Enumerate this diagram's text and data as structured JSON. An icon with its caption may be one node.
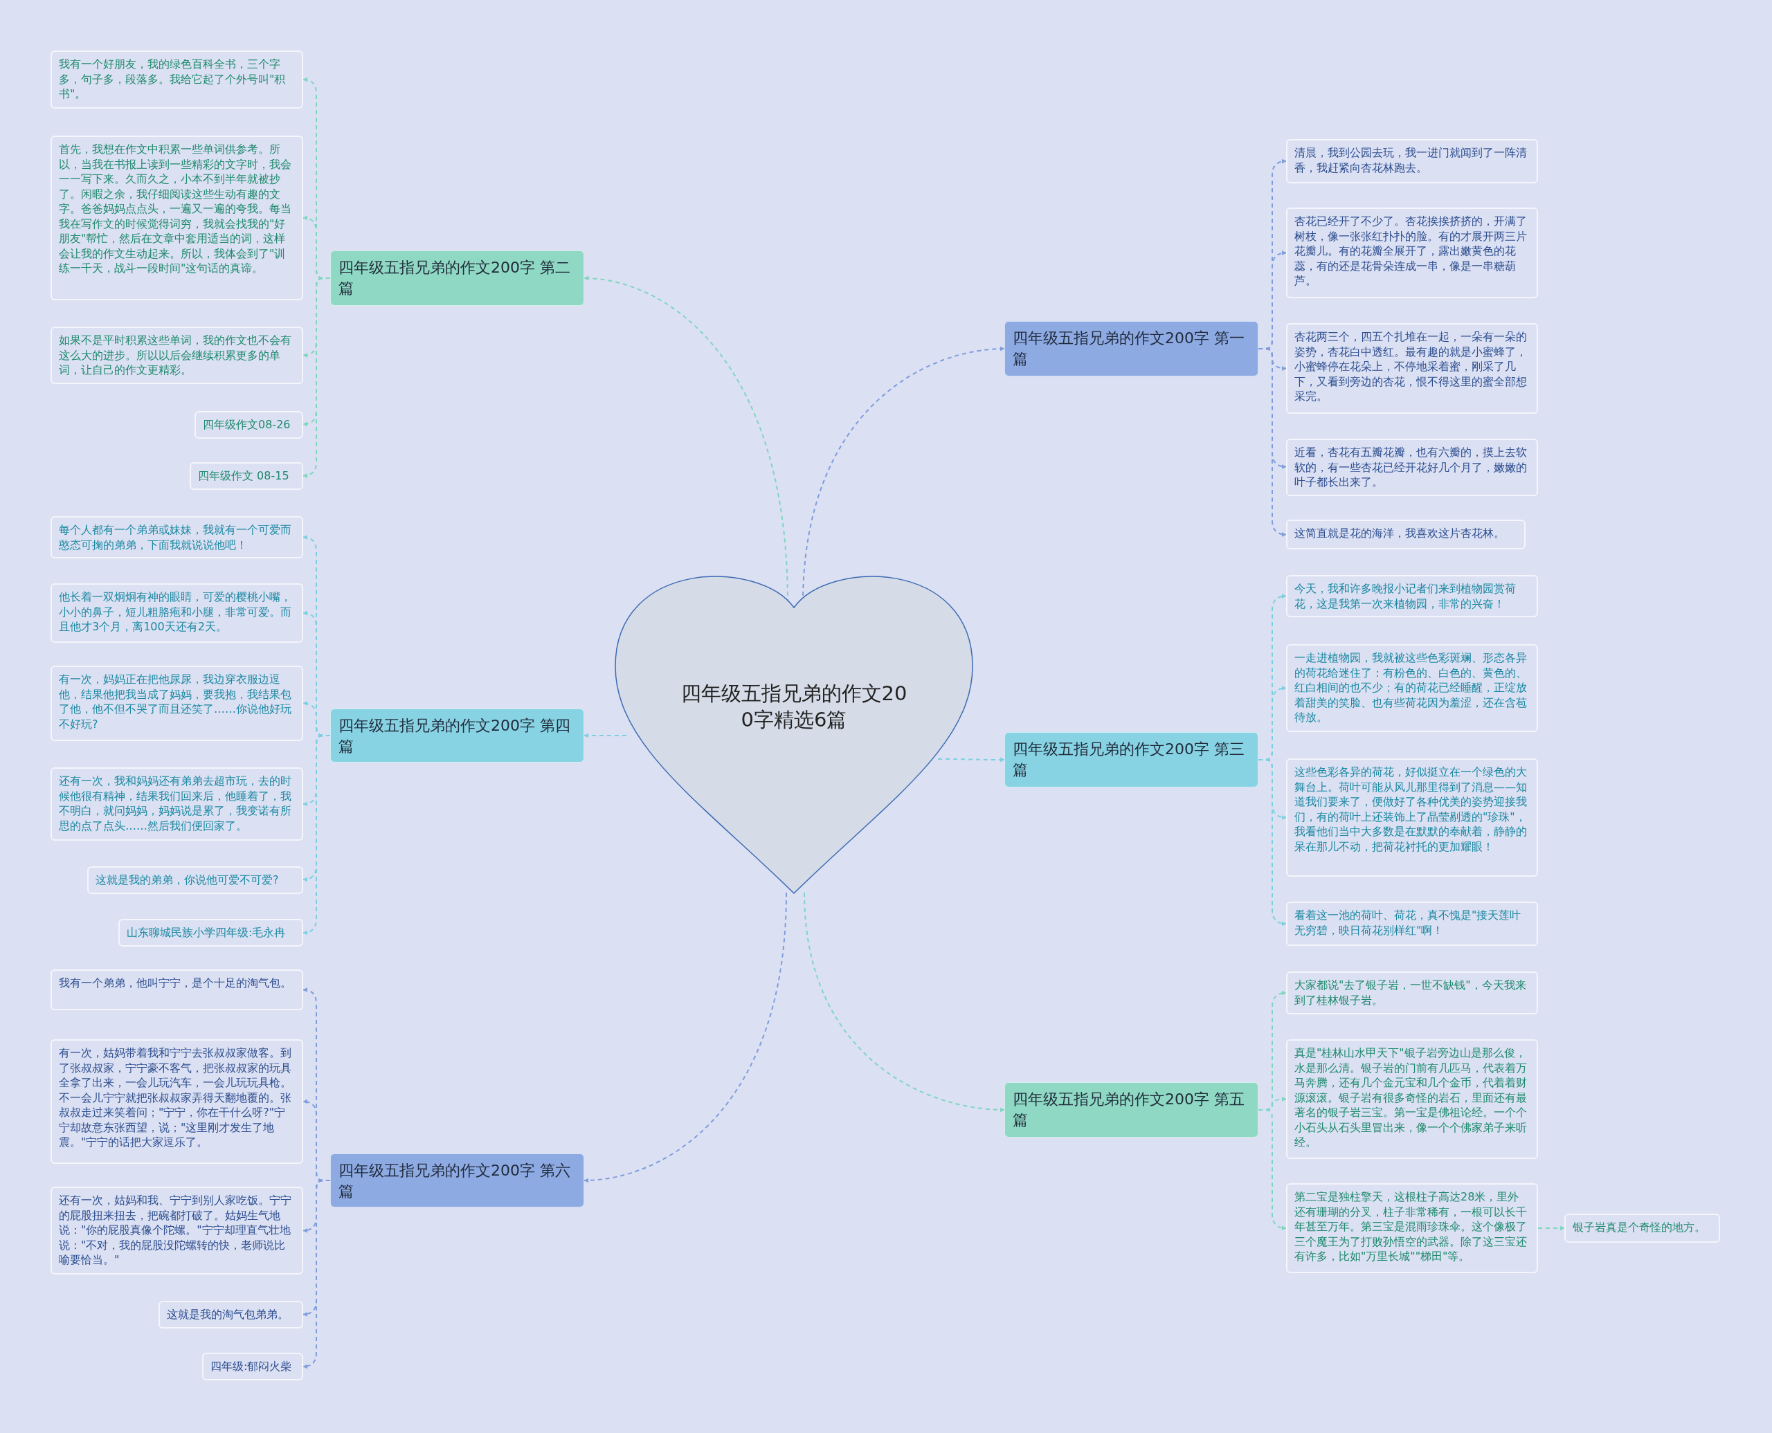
{
  "diagram": {
    "nodes": [
      {
        "text": [
          "四年级五指兄弟的作文200字精选6篇"
        ]
      },
      {
        "text": [
          "四年级五指兄弟的作文200字 第一篇"
        ]
      },
      {
        "text": [
          "清晨，我到公园去玩，我一进门就闻到了一阵清香，我赶紧向杏花林跑去。"
        ]
      },
      {
        "text": [
          "杏花已经开了不少了。杏花挨挨挤挤的，开满了树枝，像一张张红扑扑的脸。有的才展开两三片花瓣儿。有的花瓣全展开了，露出嫩黄色的花蕊，有的还是花骨朵连成一串，像是一串糖葫芦。"
        ]
      },
      {
        "text": [
          "杏花两三个，四五个扎堆在一起，一朵有一朵的姿势，杏花白中透红。最有趣的就是小蜜蜂了，小蜜蜂停在花朵上，不停地采着蜜，刚采了几下，又看到旁边的杏花，恨不得这里的蜜全部想采完。"
        ]
      },
      {
        "text": [
          "近看，杏花有五瓣花瓣，也有六瓣的，摸上去软软的，有一些杏花已经开花好几个月了，嫩嫩的叶子都长出来了。"
        ]
      },
      {
        "text": [
          "这简直就是花的海洋，我喜欢这片杏花林。"
        ]
      },
      {
        "text": [
          "四年级五指兄弟的作文200字 第二篇"
        ]
      },
      {
        "text": [
          "我有一个好朋友，我的绿色百科全书，三个字多，句子多，段落多。我给它起了个外号叫\"积书\"。"
        ]
      },
      {
        "text": [
          "首先，我想在作文中积累一些单词供参考。所以，当我在书报上读到一些精彩的文字时，我会一一写下来。久而久之，小本不到半年就被抄了。闲暇之余，我仔细阅读这些生动有趣的文字。爸爸妈妈点点头，一遍又一遍的夸我。每当我在写作文的时候觉得词穷，我就会找我的\"好朋友\"帮忙，然后在文章中套用适当的词，这样会让我的作文生动起来。所以，我体会到了\"训练一千天，战斗一段时间\"这句话的真谛。"
        ]
      },
      {
        "text": [
          "如果不是平时积累这些单词，我的作文也不会有这么大的进步。所以以后会继续积累更多的单词，让自己的作文更精彩。"
        ]
      },
      {
        "text": [
          "四年级作文08-26"
        ]
      },
      {
        "text": [
          "四年级作文 08-15"
        ]
      },
      {
        "text": [
          "四年级五指兄弟的作文200字 第三篇"
        ]
      },
      {
        "text": [
          "今天，我和许多晚报小记者们来到植物园赏荷花，这是我第一次来植物园，非常的兴奋！"
        ]
      },
      {
        "text": [
          "一走进植物园，我就被这些色彩斑斓、形态各异的荷花给迷住了：有粉色的、白色的、黄色的、红白相间的也不少；有的荷花已经睡醒，正绽放着甜美的笑脸、也有些荷花因为羞涩，还在含苞待放。"
        ]
      },
      {
        "text": [
          "这些色彩各异的荷花，好似挺立在一个绿色的大舞台上。荷叶可能从风儿那里得到了消息——知道我们要来了，便做好了各种优美的姿势迎接我们，有的荷叶上还装饰上了晶莹剔透的\"珍珠\"，我看他们当中大多数是在默默的奉献着，静静的呆在那儿不动，把荷花衬托的更加耀眼！"
        ]
      },
      {
        "text": [
          "看着这一池的荷叶、荷花，真不愧是\"接天莲叶无穷碧，映日荷花别样红\"啊！"
        ]
      },
      {
        "text": [
          "四年级五指兄弟的作文200字 第四篇"
        ]
      },
      {
        "text": [
          "每个人都有一个弟弟或妹妹，我就有一个可爱而憨态可掬的弟弟，下面我就说说他吧！"
        ]
      },
      {
        "text": [
          "他长着一双炯炯有神的眼睛，可爱的樱桃小嘴，小小的鼻子，短儿粗胳疱和小腿，非常可爱。而且他才3个月，离100天还有2天。"
        ]
      },
      {
        "text": [
          "有一次，妈妈正在把他尿尿，我边穿衣服边逗他，结果他把我当成了妈妈，要我抱，我结果包了他，他不但不哭了而且还笑了……你说他好玩不好玩?"
        ]
      },
      {
        "text": [
          "还有一次，我和妈妈还有弟弟去超市玩，去的时候他很有精神，结果我们回来后，他睡着了，我不明白，就问妈妈，妈妈说是累了，我变诺有所思的点了点头……然后我们便回家了。"
        ]
      },
      {
        "text": [
          "这就是我的弟弟，你说他可爱不可爱?"
        ]
      },
      {
        "text": [
          "山东聊城民族小学四年级:毛永冉"
        ]
      },
      {
        "text": [
          "四年级五指兄弟的作文200字 第五篇"
        ]
      },
      {
        "text": [
          "大家都说\"去了银子岩，一世不缺钱\"，今天我来到了桂林银子岩。"
        ]
      },
      {
        "text": [
          "真是\"桂林山水甲天下\"银子岩旁边山是那么俊，水是那么清。银子岩的门前有几匹马，代表着万马奔腾，还有几个金元宝和几个金币，代着着财源滚滚。银子岩有很多奇怪的岩石，里面还有最著名的银子岩三宝。第一宝是佛祖论经。一个个小石头从石头里冒出来，像一个个佛家弟子来听经。"
        ]
      },
      {
        "text": [
          "第二宝是独柱擎天，这根柱子高达28米，里外还有珊瑚的分叉，柱子非常稀有，一根可以长千年甚至万年。第三宝是混雨珍珠伞。这个像极了三个魔王为了打败孙悟空的武器。除了这三宝还有许多，比如\"万里长城\"\"梯田\"等。"
        ]
      },
      {
        "text": [
          "银子岩真是个奇怪的地方。"
        ]
      },
      {
        "text": [
          "四年级五指兄弟的作文200字 第六篇"
        ]
      },
      {
        "text": [
          "我有一个弟弟，他叫宁宁，是个十足的淘气包。"
        ]
      },
      {
        "text": [
          "有一次，姑妈带着我和宁宁去张叔叔家做客。到了张叔叔家，宁宁豪不客气，把张叔叔家的玩具全拿了出来，一会儿玩汽车，一会儿玩玩具枪。不一会儿宁宁就把张叔叔家弄得天翻地覆的。张叔叔走过来笑着问；\"宁宁，你在干什么呀?\"宁宁却故意东张西望，说；\"这里刚才发生了地震。\"宁宁的话把大家逗乐了。"
        ]
      },
      {
        "text": [
          "还有一次，姑妈和我、宁宁到别人家吃饭。宁宁的屁股扭来扭去，把碗都打破了。姑妈生气地说：\"你的屁股真像个陀螺。\"宁宁却理直气壮地说：\"不对，我的屁股没陀螺转的快，老师说比喻要恰当。\""
        ]
      },
      {
        "text": [
          "这就是我的淘气包弟弟。"
        ]
      },
      {
        "text": [
          "四年级:郁闷火柴"
        ]
      }
    ],
    "edges": [
      {
        "from": 0,
        "to": 1,
        "arrow": "to",
        "style": "dashed",
        "color": "#7e9ddc"
      },
      {
        "from": 0,
        "to": 7,
        "arrow": "to",
        "style": "dashed",
        "color": "#7fd6bf"
      },
      {
        "from": 0,
        "to": 13,
        "arrow": "to",
        "style": "dashed",
        "color": "#7ccfe0"
      },
      {
        "from": 0,
        "to": 18,
        "arrow": "to",
        "style": "dashed",
        "color": "#7ccfe0"
      },
      {
        "from": 0,
        "to": 25,
        "arrow": "to",
        "style": "dashed",
        "color": "#7fd6bf"
      },
      {
        "from": 0,
        "to": 30,
        "arrow": "to",
        "style": "dashed",
        "color": "#7e9ddc"
      },
      {
        "from": 1,
        "to": 2,
        "arrow": "to",
        "style": "dashed",
        "color": "#7e9ddc"
      },
      {
        "from": 1,
        "to": 3,
        "arrow": "to",
        "style": "dashed",
        "color": "#7e9ddc"
      },
      {
        "from": 1,
        "to": 4,
        "arrow": "to",
        "style": "dashed",
        "color": "#7e9ddc"
      },
      {
        "from": 1,
        "to": 5,
        "arrow": "to",
        "style": "dashed",
        "color": "#7e9ddc"
      },
      {
        "from": 1,
        "to": 6,
        "arrow": "to",
        "style": "dashed",
        "color": "#7e9ddc"
      },
      {
        "from": 7,
        "to": 8,
        "arrow": "to",
        "style": "dashed",
        "color": "#7fd6bf"
      },
      {
        "from": 7,
        "to": 9,
        "arrow": "to",
        "style": "dashed",
        "color": "#7fd6bf"
      },
      {
        "from": 7,
        "to": 10,
        "arrow": "to",
        "style": "dashed",
        "color": "#7fd6bf"
      },
      {
        "from": 7,
        "to": 11,
        "arrow": "to",
        "style": "dashed",
        "color": "#7fd6bf"
      },
      {
        "from": 7,
        "to": 12,
        "arrow": "to",
        "style": "dashed",
        "color": "#7fd6bf"
      },
      {
        "from": 13,
        "to": 14,
        "arrow": "to",
        "style": "dashed",
        "color": "#7ccfe0"
      },
      {
        "from": 13,
        "to": 15,
        "arrow": "to",
        "style": "dashed",
        "color": "#7ccfe0"
      },
      {
        "from": 13,
        "to": 16,
        "arrow": "to",
        "style": "dashed",
        "color": "#7ccfe0"
      },
      {
        "from": 13,
        "to": 17,
        "arrow": "to",
        "style": "dashed",
        "color": "#7ccfe0"
      },
      {
        "from": 18,
        "to": 19,
        "arrow": "to",
        "style": "dashed",
        "color": "#7ccfe0"
      },
      {
        "from": 18,
        "to": 20,
        "arrow": "to",
        "style": "dashed",
        "color": "#7ccfe0"
      },
      {
        "from": 18,
        "to": 21,
        "arrow": "to",
        "style": "dashed",
        "color": "#7ccfe0"
      },
      {
        "from": 18,
        "to": 22,
        "arrow": "to",
        "style": "dashed",
        "color": "#7ccfe0"
      },
      {
        "from": 18,
        "to": 23,
        "arrow": "to",
        "style": "dashed",
        "color": "#7ccfe0"
      },
      {
        "from": 18,
        "to": 24,
        "arrow": "to",
        "style": "dashed",
        "color": "#7ccfe0"
      },
      {
        "from": 25,
        "to": 26,
        "arrow": "to",
        "style": "dashed",
        "color": "#7fd6bf"
      },
      {
        "from": 25,
        "to": 27,
        "arrow": "to",
        "style": "dashed",
        "color": "#7fd6bf"
      },
      {
        "from": 25,
        "to": 28,
        "arrow": "to",
        "style": "dashed",
        "color": "#7fd6bf"
      },
      {
        "from": 28,
        "to": 29,
        "arrow": "to",
        "style": "dashed",
        "color": "#7fd6bf"
      },
      {
        "from": 30,
        "to": 31,
        "arrow": "to",
        "style": "dashed",
        "color": "#7e9ddc"
      },
      {
        "from": 30,
        "to": 32,
        "arrow": "to",
        "style": "dashed",
        "color": "#7e9ddc"
      },
      {
        "from": 30,
        "to": 33,
        "arrow": "to",
        "style": "dashed",
        "color": "#7e9ddc"
      },
      {
        "from": 30,
        "to": 34,
        "arrow": "to",
        "style": "dashed",
        "color": "#7e9ddc"
      },
      {
        "from": 30,
        "to": 35,
        "arrow": "to",
        "style": "dashed",
        "color": "#7e9ddc"
      }
    ]
  }
}
